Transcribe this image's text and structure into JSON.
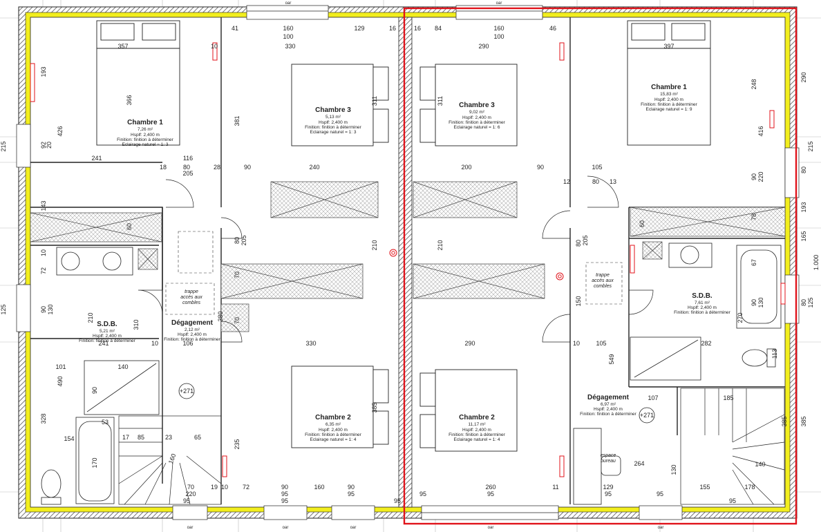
{
  "colors": {
    "wall_hatch": "#555555",
    "insulation": "#f2ee1e",
    "highlight": "#e0121a",
    "line": "#222222",
    "grid": "#bbbbbb"
  },
  "rooms": [
    {
      "key": "l_ch1",
      "name": "Chambre 1",
      "area": "7,26 m²",
      "hsp": "Hsplf: 2,400 m",
      "finish": "Finition: finition à déterminer",
      "light": "Eclairage naturel = 1: 3"
    },
    {
      "key": "l_ch3",
      "name": "Chambre 3",
      "area": "5,13 m²",
      "hsp": "Hsplf: 2,400 m",
      "finish": "Finition: finition à déterminer",
      "light": "Eclairage naturel = 1: 3"
    },
    {
      "key": "l_sdb",
      "name": "S.D.B.",
      "area": "5,21 m²",
      "hsp": "Hsplf: 2,400 m",
      "finish": "Finition: finition à déterminer",
      "light": ""
    },
    {
      "key": "l_deg",
      "name": "Dégagement",
      "area": "2,12 m²",
      "hsp": "Hsplf: 2,400 m",
      "finish": "Finition: finition à déterminer",
      "light": ""
    },
    {
      "key": "l_ch2",
      "name": "Chambre 2",
      "area": "6,35 m²",
      "hsp": "Hsplf: 2,400 m",
      "finish": "Finition: finition à déterminer",
      "light": "Eclairage naturel = 1: 4"
    },
    {
      "key": "r_ch3",
      "name": "Chambre 3",
      "area": "9,02 m²",
      "hsp": "Hsplf: 2,400 m",
      "finish": "Finition: finition à déterminer",
      "light": "Eclairage naturel = 1: 6"
    },
    {
      "key": "r_ch1",
      "name": "Chambre 1",
      "area": "15,83 m²",
      "hsp": "Hsplf: 2,400 m",
      "finish": "Finition: finition à déterminer",
      "light": "Eclairage naturel = 1: 9"
    },
    {
      "key": "r_sdb",
      "name": "S.D.B.",
      "area": "7,61 m²",
      "hsp": "Hsplf: 2,400 m",
      "finish": "Finition: finition à déterminer",
      "light": ""
    },
    {
      "key": "r_ch2",
      "name": "Chambre 2",
      "area": "11,17 m²",
      "hsp": "Hsplf: 2,400 m",
      "finish": "Finition: finition à déterminer",
      "light": "Eclairage naturel = 1: 4"
    },
    {
      "key": "r_deg",
      "name": "Dégagement",
      "area": "6,97 m²",
      "hsp": "Hsplf: 2,400 m",
      "finish": "Finition: finition à déterminer",
      "light": ""
    }
  ],
  "annotations": {
    "trappe_1": "trappe",
    "trappe_2": "accès aux",
    "trappe_3": "combles",
    "level": "+271",
    "espace_1": "espace",
    "espace_2": "bureau",
    "window_label": "oar"
  },
  "dimensions": {
    "top_left": [
      "357",
      "41",
      "160",
      "100",
      "129",
      "16",
      "330",
      "10"
    ],
    "top_right": [
      "16",
      "84",
      "160",
      "100",
      "46",
      "290",
      "397"
    ],
    "left_vertical": [
      "193",
      "426",
      "366",
      "92",
      "20",
      "215",
      "143",
      "60",
      "10",
      "72",
      "90",
      "130",
      "125",
      "210",
      "490",
      "328",
      "170",
      "90"
    ],
    "mid_left": [
      "241",
      "116",
      "18",
      "80",
      "28",
      "205",
      "90",
      "240",
      "381",
      "311",
      "210",
      "80",
      "205",
      "70",
      "380",
      "70",
      "310",
      "106",
      "241",
      "10",
      "330",
      "101",
      "140",
      "154",
      "53",
      "17",
      "85",
      "23",
      "65",
      "160",
      "235",
      "385",
      "72",
      "90",
      "95",
      "19",
      "10",
      "220",
      "70",
      "160",
      "90"
    ],
    "mid_right": [
      "200",
      "90",
      "105",
      "12",
      "80",
      "13",
      "248",
      "416",
      "311",
      "210",
      "80",
      "205",
      "150",
      "549",
      "290",
      "10",
      "105",
      "282",
      "107",
      "185",
      "385",
      "264",
      "130",
      "260",
      "11",
      "129",
      "178",
      "140",
      "155",
      "90",
      "220"
    ],
    "right_vertical": [
      "290",
      "215",
      "80",
      "165",
      "1.000",
      "80",
      "125",
      "67",
      "90",
      "130",
      "270",
      "113",
      "78",
      "60",
      "193",
      "385"
    ],
    "bottom": [
      "95",
      "95",
      "95",
      "95",
      "95",
      "95",
      "95",
      "95",
      "95"
    ]
  }
}
